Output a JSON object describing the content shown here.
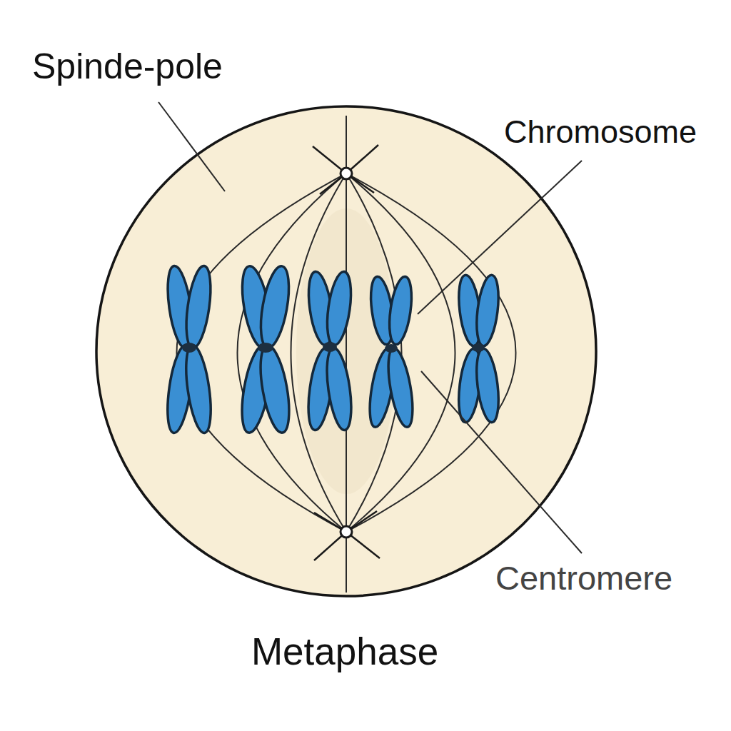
{
  "diagram": {
    "caption": "Metaphase",
    "labels": [
      "Spinde-pole",
      "Chromosome",
      "Centromere"
    ]
  }
}
